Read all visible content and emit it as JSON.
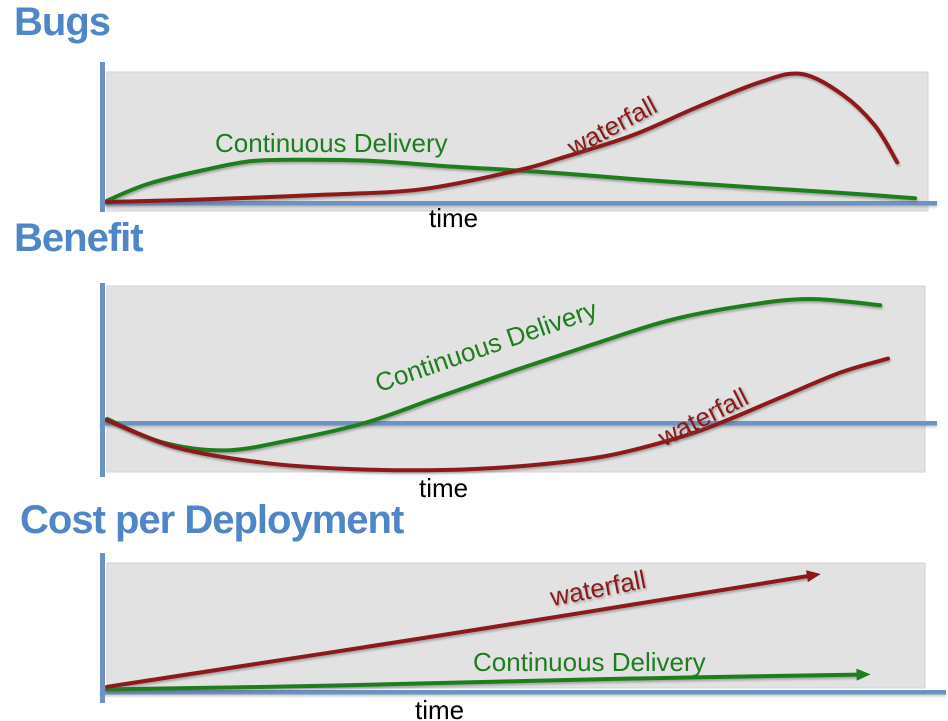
{
  "colors": {
    "title_blue": "#4e86c8",
    "axis_blue": "#6d92c4",
    "continuous_delivery_green": "#1e7e1e",
    "waterfall_red": "#8c1a1a",
    "plot_background_gray": "#e2e2e2",
    "time_label_black": "#000000"
  },
  "chart_data": [
    {
      "type": "line",
      "title": "Bugs",
      "xlabel": "time",
      "ylabel": "",
      "x_range": [
        0,
        1
      ],
      "y_range": [
        0,
        1
      ],
      "grid": false,
      "legend": "inline curve labels",
      "series": [
        {
          "name": "Continuous Delivery",
          "color": "#1e7e1e",
          "arrow": false,
          "points": [
            [
              0,
              0.01
            ],
            [
              0.05,
              0.14
            ],
            [
              0.12,
              0.25
            ],
            [
              0.18,
              0.32
            ],
            [
              0.25,
              0.33
            ],
            [
              0.33,
              0.32
            ],
            [
              0.42,
              0.28
            ],
            [
              0.55,
              0.23
            ],
            [
              0.67,
              0.17
            ],
            [
              0.81,
              0.11
            ],
            [
              0.91,
              0.07
            ],
            [
              1.0,
              0.03
            ]
          ]
        },
        {
          "name": "waterfall",
          "color": "#8c1a1a",
          "arrow": false,
          "points": [
            [
              0,
              0.0
            ],
            [
              0.12,
              0.02
            ],
            [
              0.26,
              0.055
            ],
            [
              0.39,
              0.1
            ],
            [
              0.51,
              0.25
            ],
            [
              0.56,
              0.34
            ],
            [
              0.65,
              0.52
            ],
            [
              0.73,
              0.74
            ],
            [
              0.81,
              0.94
            ],
            [
              0.86,
              1.0
            ],
            [
              0.91,
              0.84
            ],
            [
              0.95,
              0.6
            ],
            [
              0.978,
              0.31
            ]
          ]
        }
      ]
    },
    {
      "type": "line",
      "title": "Benefit",
      "xlabel": "time",
      "ylabel": "",
      "x_range": [
        0,
        1
      ],
      "y_range": [
        -0.36,
        1
      ],
      "grid": false,
      "legend": "inline curve labels",
      "series": [
        {
          "name": "Continuous Delivery",
          "color": "#1e7e1e",
          "arrow": false,
          "points": [
            [
              0,
              0.03
            ],
            [
              0.07,
              -0.14
            ],
            [
              0.15,
              -0.2
            ],
            [
              0.23,
              -0.13
            ],
            [
              0.33,
              0.0
            ],
            [
              0.42,
              0.18
            ],
            [
              0.52,
              0.38
            ],
            [
              0.62,
              0.57
            ],
            [
              0.72,
              0.75
            ],
            [
              0.82,
              0.86
            ],
            [
              0.9,
              0.905
            ],
            [
              0.99,
              0.86
            ]
          ]
        },
        {
          "name": "waterfall",
          "color": "#8c1a1a",
          "arrow": false,
          "points": [
            [
              0,
              0.02
            ],
            [
              0.09,
              -0.18
            ],
            [
              0.2,
              -0.29
            ],
            [
              0.31,
              -0.336
            ],
            [
              0.43,
              -0.343
            ],
            [
              0.54,
              -0.31
            ],
            [
              0.64,
              -0.24
            ],
            [
              0.73,
              -0.11
            ],
            [
              0.785,
              0.0
            ],
            [
              0.86,
              0.18
            ],
            [
              0.94,
              0.37
            ],
            [
              1.0,
              0.47
            ]
          ]
        }
      ]
    },
    {
      "type": "line",
      "title": "Cost per Deployment",
      "xlabel": "time",
      "ylabel": "",
      "x_range": [
        0,
        1
      ],
      "y_range": [
        0,
        1
      ],
      "grid": false,
      "legend": "inline curve labels",
      "series": [
        {
          "name": "Continuous Delivery",
          "color": "#1e7e1e",
          "arrow": true,
          "points": [
            [
              0,
              0.02
            ],
            [
              0.3,
              0.05
            ],
            [
              0.65,
              0.1
            ],
            [
              0.985,
              0.135
            ]
          ]
        },
        {
          "name": "waterfall",
          "color": "#8c1a1a",
          "arrow": true,
          "points": [
            [
              0,
              0.04
            ],
            [
              0.47,
              0.47
            ],
            [
              0.92,
              0.9
            ]
          ]
        }
      ]
    }
  ]
}
